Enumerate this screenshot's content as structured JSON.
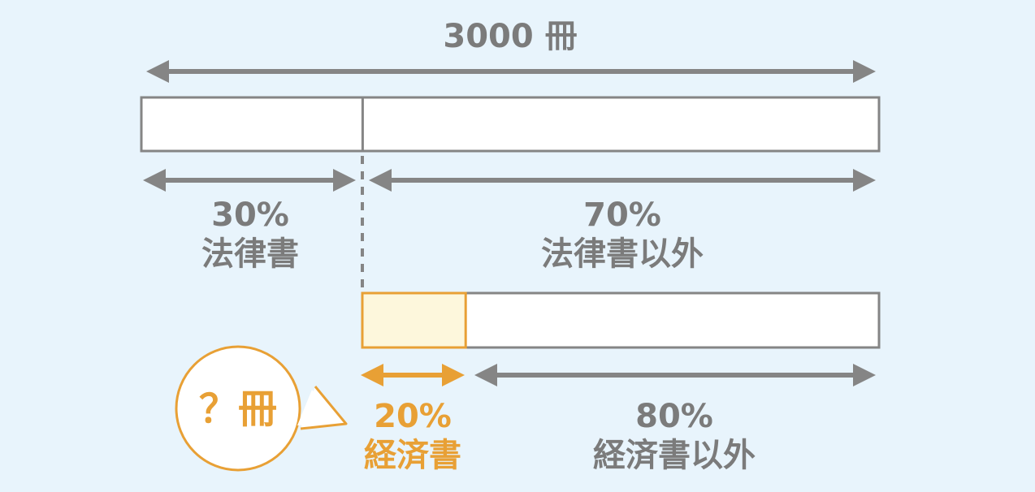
{
  "colors": {
    "background": "#e8f4fc",
    "gray": "#858585",
    "text_gray": "#7b7b7b",
    "orange": "#e8a035",
    "highlight_fill": "#fdf7dc",
    "box_fill": "#ffffff"
  },
  "total": {
    "label": "3000 冊"
  },
  "bar1": {
    "split_fraction": 0.3,
    "segments": [
      {
        "percent": "30%",
        "name": "法律書"
      },
      {
        "percent": "70%",
        "name": "法律書以外"
      }
    ]
  },
  "bar2": {
    "split_fraction": 0.2,
    "segments": [
      {
        "percent": "20%",
        "name": "経済書"
      },
      {
        "percent": "80%",
        "name": "経済書以外"
      }
    ]
  },
  "bubble": {
    "text": "？冊"
  }
}
